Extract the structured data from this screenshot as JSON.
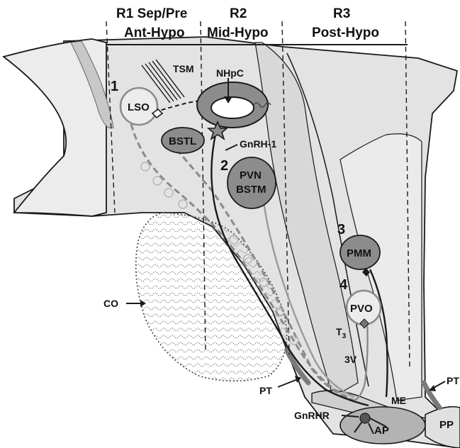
{
  "regions": [
    {
      "id": "r1",
      "top": "R1  Sep/Pre",
      "bottom": "Ant-Hypo"
    },
    {
      "id": "r2",
      "top": "R2",
      "bottom": "Mid-Hypo"
    },
    {
      "id": "r3",
      "top": "R3",
      "bottom": "Post-Hypo"
    }
  ],
  "numbers": {
    "n1": "1",
    "n2": "2",
    "n3": "3",
    "n4": "4"
  },
  "nodes": {
    "lso": "LSO",
    "bstl": "BSTL",
    "pvn": "PVN",
    "bstm": "BSTM",
    "pmm": "PMM",
    "pvo": "PVO",
    "ap": "AP",
    "pp": "PP"
  },
  "labels": {
    "tsm": "TSM",
    "nhpc": "NHpC",
    "gnrh1": "GnRH-1",
    "co": "CO",
    "t3": "T",
    "t3_sub": "3",
    "v3": "3V",
    "pt_left": "PT",
    "pt_right": "PT",
    "me": "ME",
    "gnrhr": "GnRHR"
  },
  "colors": {
    "tissue_light": "#e6e6e6",
    "tissue_mid": "#d2d2d2",
    "nucleus_dark": "#8c8c8c",
    "nucleus_mid": "#a9a9a9",
    "line_dark": "#1a1a1a",
    "line_gray": "#8a8a8a"
  }
}
